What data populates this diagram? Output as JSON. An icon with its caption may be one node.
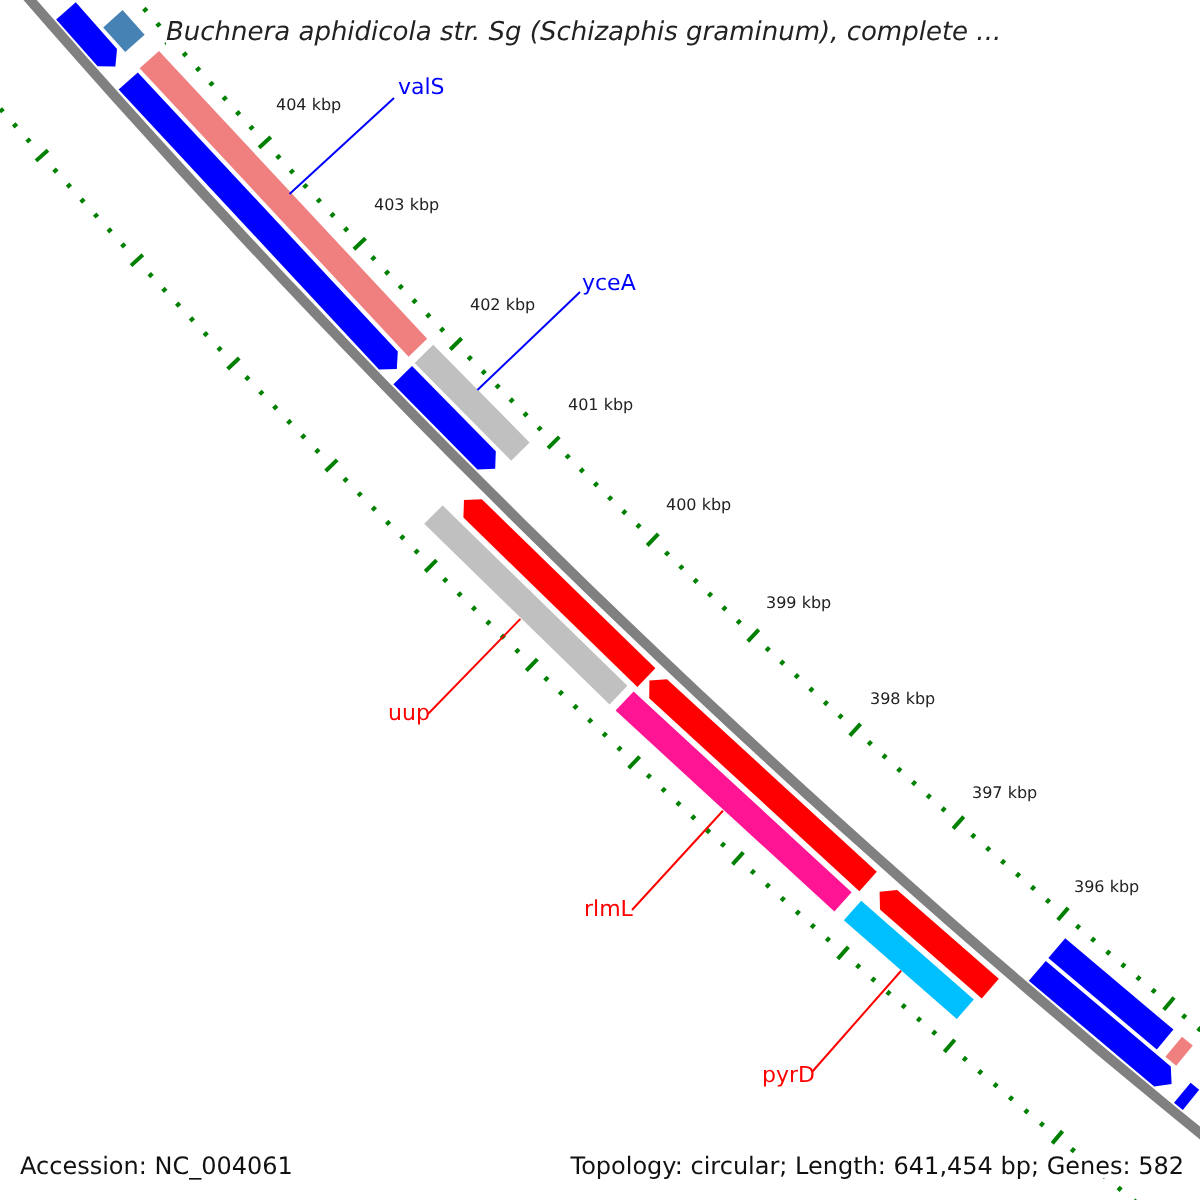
{
  "diagram": {
    "title": "Buchnera aphidicola str. Sg (Schizaphis graminum), complete ...",
    "nodes": [
      {
        "text": [],
        "shape": "bar"
      },
      {
        "text": [],
        "shape": "bar"
      },
      {
        "text": [
          "valS"
        ]
      },
      {
        "text": [],
        "shape": "bar"
      },
      {
        "text": [],
        "shape": "bar"
      },
      {
        "text": [
          "yceA"
        ]
      },
      {
        "text": [],
        "shape": "bar"
      },
      {
        "text": [],
        "shape": "bar"
      },
      {
        "text": [],
        "shape": "bar"
      },
      {
        "text": [
          "uup"
        ]
      },
      {
        "text": [],
        "shape": "bar"
      },
      {
        "text": [],
        "shape": "bar"
      },
      {
        "text": [
          "rlmL"
        ]
      },
      {
        "text": [],
        "shape": "bar"
      },
      {
        "text": [],
        "shape": "bar"
      },
      {
        "text": [
          "pyrD"
        ]
      },
      {
        "text": [],
        "shape": "bar"
      },
      {
        "text": [],
        "shape": "bar"
      },
      {
        "text": [],
        "shape": "bar"
      },
      {
        "text": [],
        "shape": "bar"
      },
      {
        "text": [],
        "shape": "bar"
      }
    ],
    "edges": [
      {
        "from": 2,
        "to": 3,
        "arrow": "none",
        "color": "#0000ff"
      },
      {
        "from": 5,
        "to": 6,
        "arrow": "none",
        "color": "#0000ff"
      },
      {
        "from": 9,
        "to": 10,
        "arrow": "none"
      },
      {
        "from": 12,
        "to": 13,
        "arrow": "none"
      },
      {
        "from": 15,
        "to": 16,
        "arrow": "none"
      }
    ],
    "labels": [
      "404 kbp",
      "403 kbp",
      "402 kbp",
      "401 kbp",
      "400 kbp",
      "399 kbp",
      "398 kbp",
      "397 kbp",
      "396 kbp",
      "Accession: NC_004061",
      "Topology: circular; Length: 641,454 bp; Genes: 582"
    ]
  }
}
